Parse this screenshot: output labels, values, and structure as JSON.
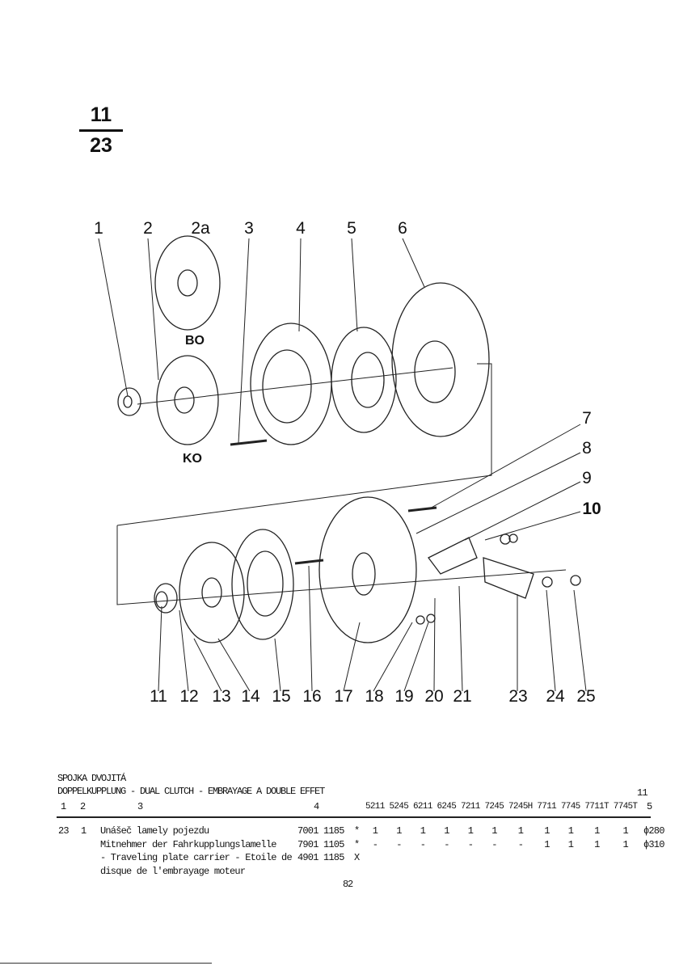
{
  "figure_number": {
    "top": "11",
    "bottom": "23"
  },
  "callouts": {
    "top": [
      "1",
      "2",
      "2a",
      "3",
      "4",
      "5",
      "6"
    ],
    "right": [
      "7",
      "8",
      "9",
      "10"
    ],
    "bottom": [
      "11",
      "12",
      "13",
      "14",
      "15",
      "16",
      "17",
      "18",
      "19",
      "20",
      "21",
      "23",
      "24",
      "25"
    ],
    "variants": [
      "BO",
      "KO"
    ]
  },
  "table": {
    "title_cz": "SPOJKA DVOJITÁ",
    "title_multi": "DOPPELKUPPLUNG - DUAL CLUTCH - EMBRAYAGE A DOUBLE EFFET",
    "section_number": "11",
    "col_headers": [
      "1",
      "2",
      "3",
      "4"
    ],
    "models": [
      "5211",
      "5245",
      "6211",
      "6245",
      "7211",
      "7245",
      "7245H",
      "7711",
      "7745",
      "7711T",
      "7745T"
    ],
    "col5": "5",
    "rows": [
      {
        "pos": "23",
        "qty": "1",
        "desc": "Unášeč lamely pojezdu",
        "part": "7001 1185",
        "mark": "*",
        "vals": [
          "1",
          "1",
          "1",
          "1",
          "1",
          "1",
          "1",
          "1",
          "1",
          "1",
          "1"
        ],
        "note": "ϕ280"
      },
      {
        "pos": "",
        "qty": "",
        "desc": "Mitnehmer der Fahrkupplungslamelle",
        "part": "7901 1105",
        "mark": "*",
        "vals": [
          "-",
          "-",
          "-",
          "-",
          "-",
          "-",
          "-",
          "1",
          "1",
          "1",
          "1"
        ],
        "note": "ϕ310"
      },
      {
        "pos": "",
        "qty": "",
        "desc": "- Traveling plate carrier - Etoile de",
        "part": "4901 1185",
        "mark": "X",
        "vals": [],
        "note": ""
      },
      {
        "pos": "",
        "qty": "",
        "desc": "disque de l'embrayage moteur",
        "part": "",
        "mark": "",
        "vals": [],
        "note": ""
      }
    ]
  },
  "page_number": "82"
}
